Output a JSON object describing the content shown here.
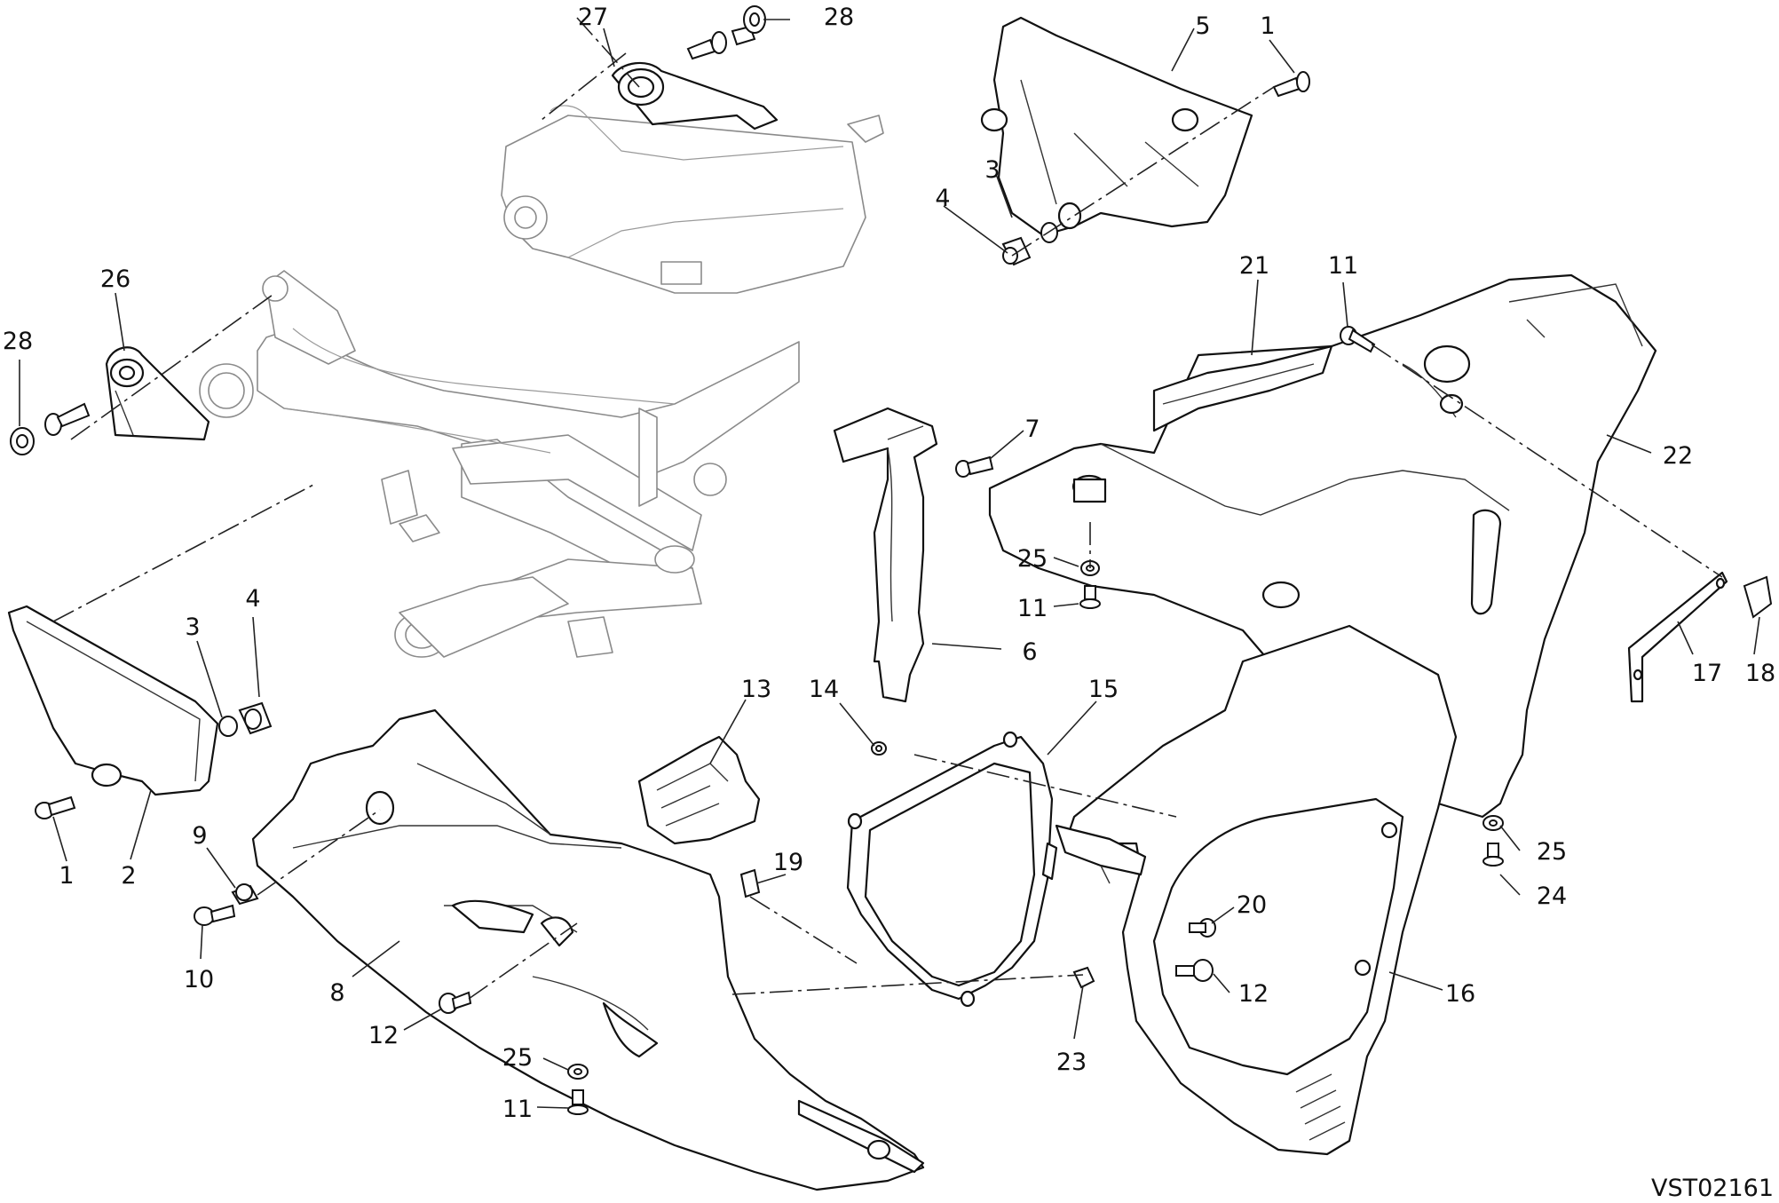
{
  "drawing": {
    "reference_code": "VST02161"
  },
  "callouts": [
    {
      "id": "c27",
      "text": "27"
    },
    {
      "id": "c28a",
      "text": "28"
    },
    {
      "id": "c5",
      "text": "5"
    },
    {
      "id": "c1a",
      "text": "1"
    },
    {
      "id": "c3a",
      "text": "3"
    },
    {
      "id": "c4a",
      "text": "4"
    },
    {
      "id": "c26",
      "text": "26"
    },
    {
      "id": "c28b",
      "text": "28"
    },
    {
      "id": "c21",
      "text": "21"
    },
    {
      "id": "c11a",
      "text": "11"
    },
    {
      "id": "c22",
      "text": "22"
    },
    {
      "id": "c7",
      "text": "7"
    },
    {
      "id": "c25a",
      "text": "25"
    },
    {
      "id": "c11b",
      "text": "11"
    },
    {
      "id": "c6",
      "text": "6"
    },
    {
      "id": "c3b",
      "text": "3"
    },
    {
      "id": "c4b",
      "text": "4"
    },
    {
      "id": "c17",
      "text": "17"
    },
    {
      "id": "c18",
      "text": "18"
    },
    {
      "id": "c13",
      "text": "13"
    },
    {
      "id": "c14",
      "text": "14"
    },
    {
      "id": "c15",
      "text": "15"
    },
    {
      "id": "c1b",
      "text": "1"
    },
    {
      "id": "c2",
      "text": "2"
    },
    {
      "id": "c9",
      "text": "9"
    },
    {
      "id": "c25b",
      "text": "25"
    },
    {
      "id": "c24",
      "text": "24"
    },
    {
      "id": "c19",
      "text": "19"
    },
    {
      "id": "c20",
      "text": "20"
    },
    {
      "id": "c10",
      "text": "10"
    },
    {
      "id": "c8",
      "text": "8"
    },
    {
      "id": "c12a",
      "text": "12"
    },
    {
      "id": "c12b",
      "text": "12"
    },
    {
      "id": "c16",
      "text": "16"
    },
    {
      "id": "c23",
      "text": "23"
    },
    {
      "id": "c25c",
      "text": "25"
    },
    {
      "id": "c11c",
      "text": "11"
    }
  ]
}
